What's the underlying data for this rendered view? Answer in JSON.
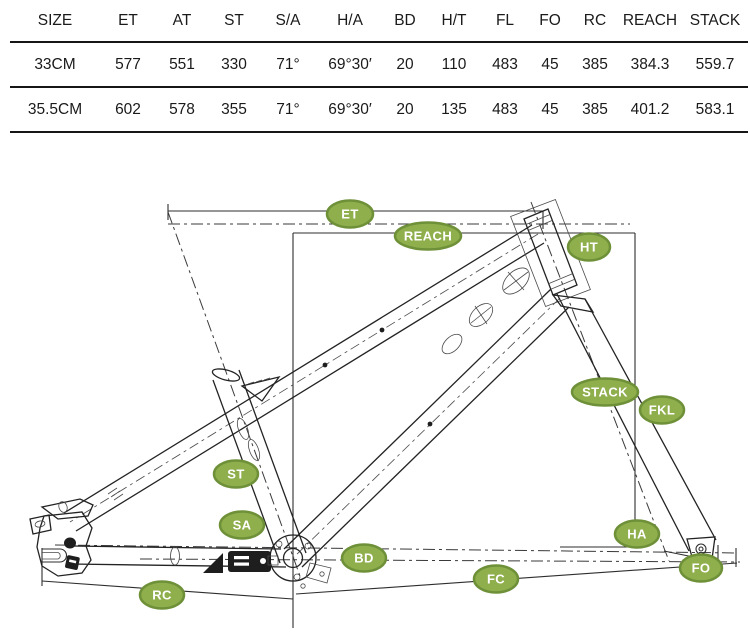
{
  "table": {
    "columns": [
      "SIZE",
      "ET",
      "AT",
      "ST",
      "S/A",
      "H/A",
      "BD",
      "H/T",
      "FL",
      "FO",
      "RC",
      "REACH",
      "STACK"
    ],
    "rows": [
      [
        "33CM",
        "577",
        "551",
        "330",
        "71°",
        "69°30′",
        "20",
        "110",
        "483",
        "45",
        "385",
        "384.3",
        "559.7"
      ],
      [
        "35.5CM",
        "602",
        "578",
        "355",
        "71°",
        "69°30′",
        "20",
        "135",
        "483",
        "45",
        "385",
        "401.2",
        "583.1"
      ]
    ]
  },
  "diagram": {
    "labels": {
      "et": "ET",
      "reach": "REACH",
      "ht": "HT",
      "stack": "STACK",
      "fkl": "FKL",
      "st": "ST",
      "sa": "SA",
      "ha": "HA",
      "bd": "BD",
      "fc": "FC",
      "fo": "FO",
      "rc": "RC"
    },
    "colors": {
      "badge_fill": "#8fae4c",
      "badge_border": "#6e9038",
      "badge_text": "#ffffff",
      "line": "#2e2e2e"
    }
  }
}
